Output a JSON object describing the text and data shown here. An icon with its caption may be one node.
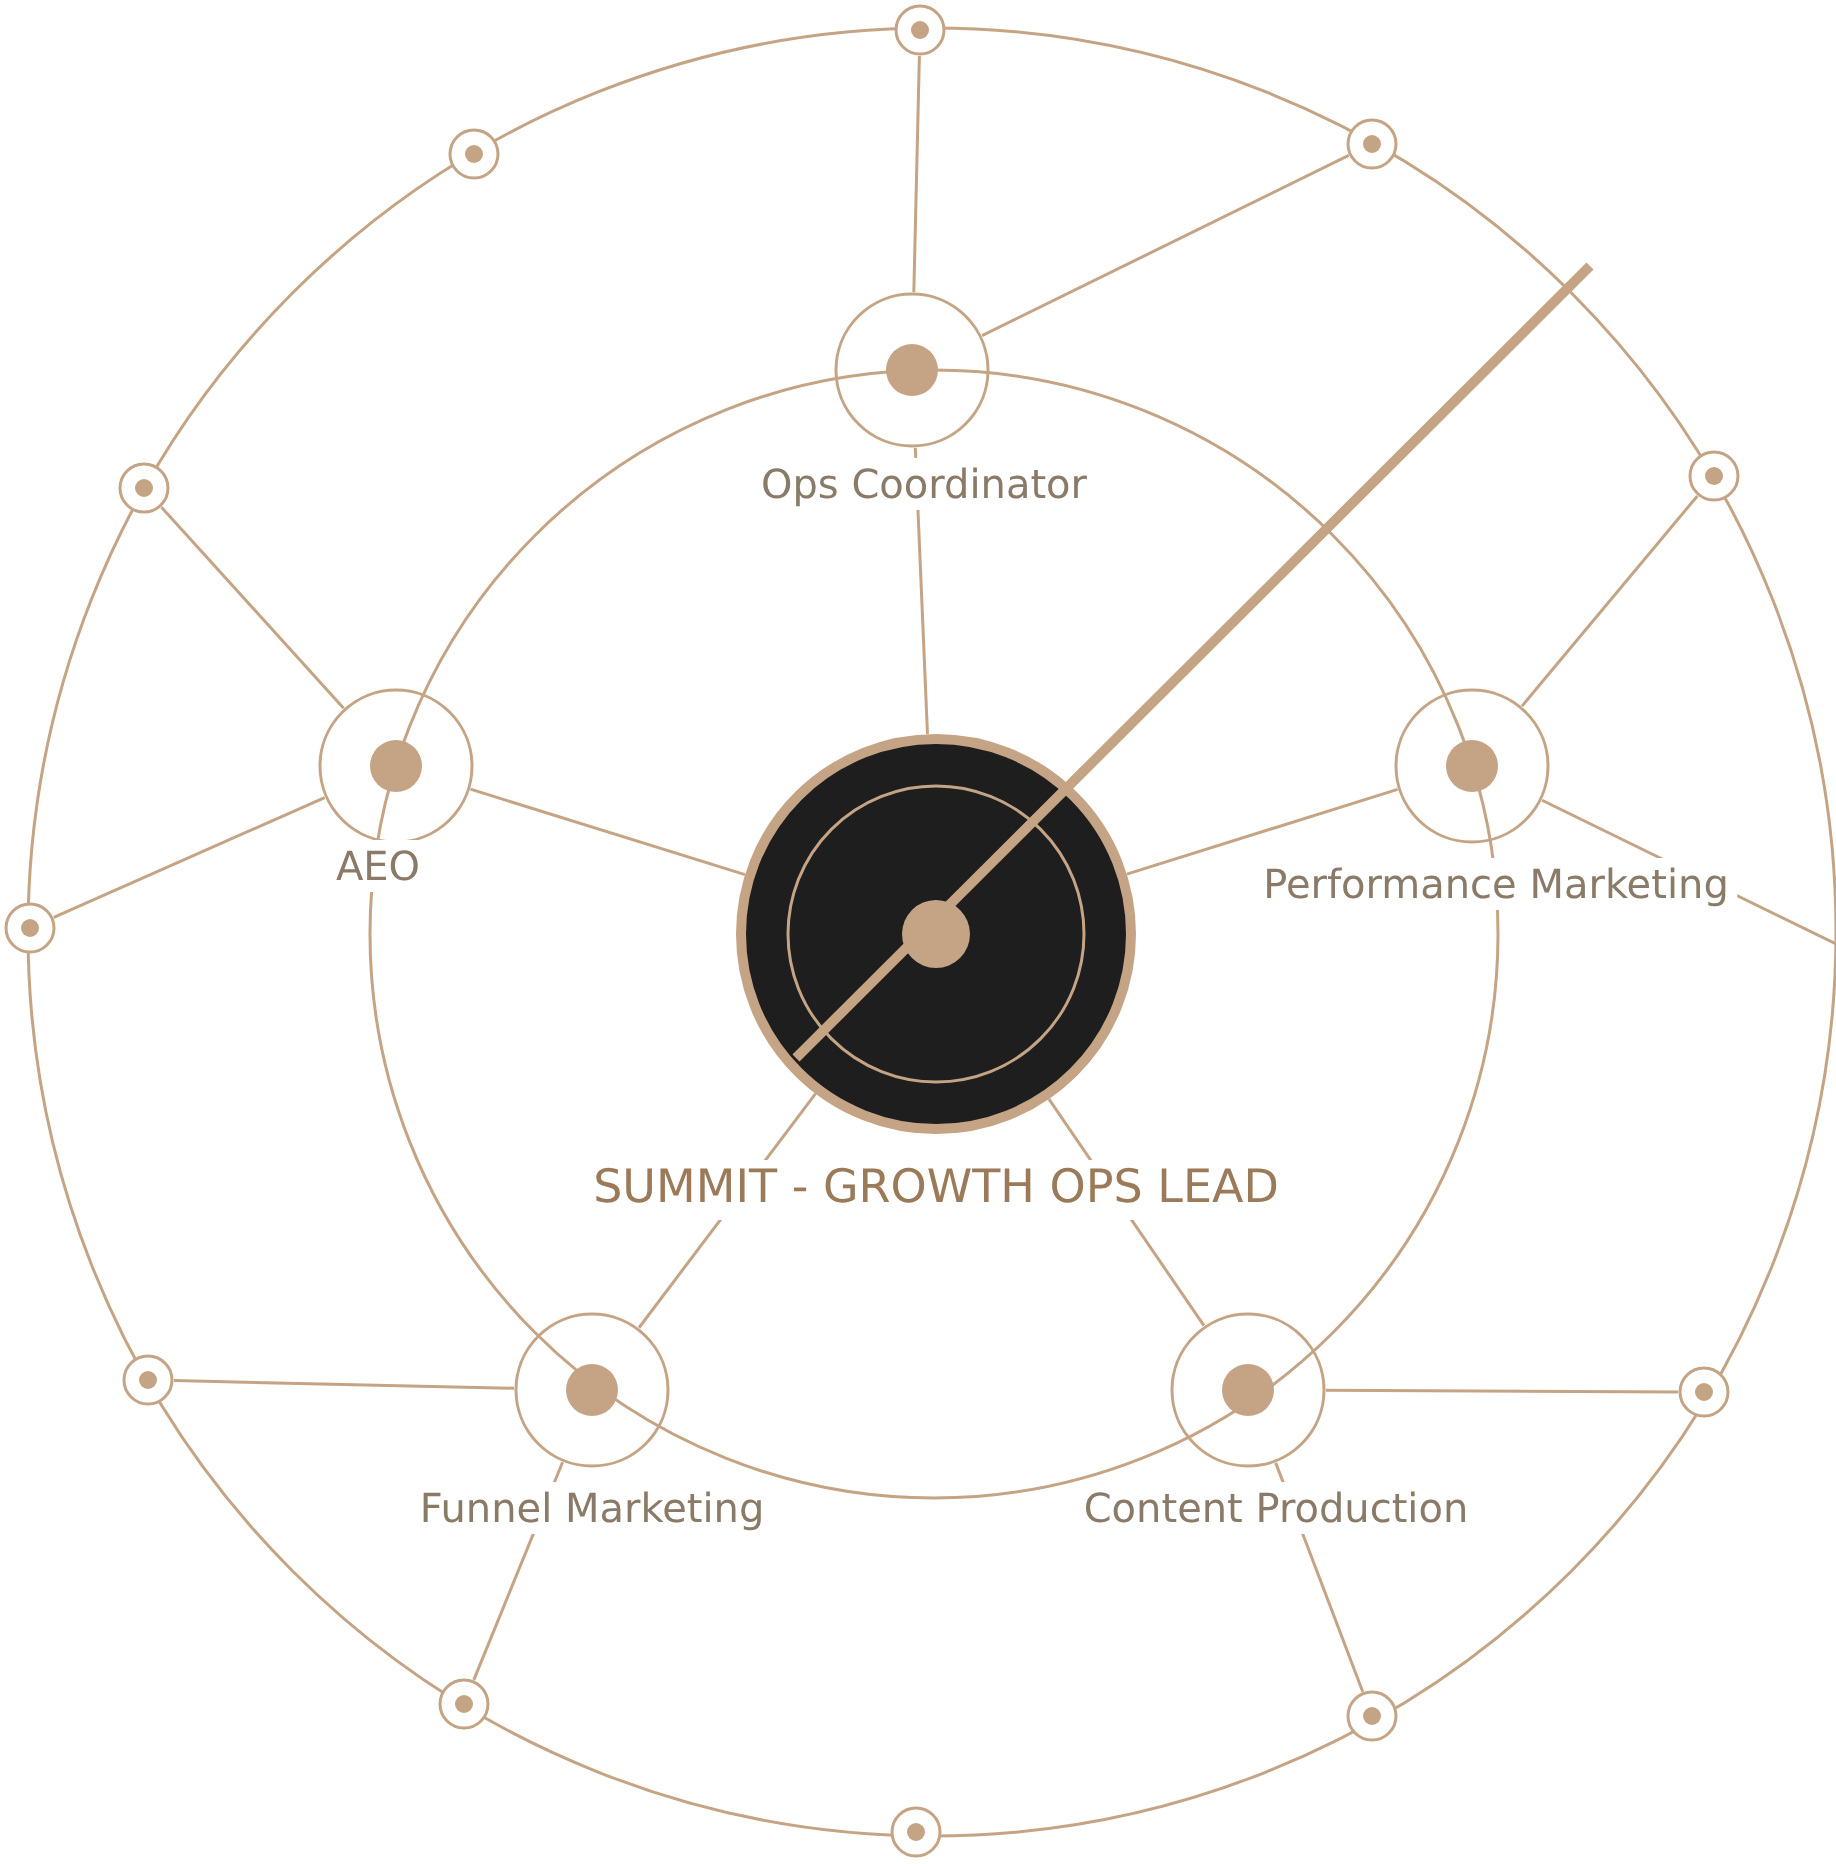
{
  "diagram": {
    "nodes": [
      {
        "text": [
          "SUMMIT - GROWTH OPS LEAD"
        ]
      },
      {
        "text": [
          "Ops Coordinator"
        ]
      },
      {
        "text": [
          "AEO"
        ]
      },
      {
        "text": [
          "Performance Marketing"
        ]
      },
      {
        "text": [
          "Funnel Marketing"
        ]
      },
      {
        "text": [
          "Content Production"
        ]
      },
      {
        "text": [],
        "shape": "circle"
      },
      {
        "text": [],
        "shape": "circle"
      },
      {
        "text": [],
        "shape": "circle"
      },
      {
        "text": [],
        "shape": "circle"
      },
      {
        "text": [],
        "shape": "circle"
      },
      {
        "text": [],
        "shape": "circle"
      },
      {
        "text": [],
        "shape": "circle"
      },
      {
        "text": [],
        "shape": "circle"
      },
      {
        "text": [],
        "shape": "circle"
      },
      {
        "text": [],
        "shape": "circle"
      },
      {
        "text": [],
        "shape": "circle"
      }
    ],
    "edges": [
      {
        "from": 0,
        "to": 1,
        "arrow": "none"
      },
      {
        "from": 0,
        "to": 2,
        "arrow": "none"
      },
      {
        "from": 0,
        "to": 3,
        "arrow": "none"
      },
      {
        "from": 0,
        "to": 4,
        "arrow": "none"
      },
      {
        "from": 0,
        "to": 5,
        "arrow": "none"
      },
      {
        "from": 1,
        "to": 6,
        "arrow": "none"
      },
      {
        "from": 1,
        "to": 7,
        "arrow": "none"
      },
      {
        "from": 2,
        "to": 10,
        "arrow": "none"
      },
      {
        "from": 2,
        "to": 11,
        "arrow": "none"
      },
      {
        "from": 3,
        "to": 9,
        "arrow": "none"
      },
      {
        "from": 3,
        "to": null,
        "arrow": "none"
      },
      {
        "from": 4,
        "to": 12,
        "arrow": "none"
      },
      {
        "from": 4,
        "to": 14,
        "arrow": "none"
      },
      {
        "from": 5,
        "to": 13,
        "arrow": "none"
      },
      {
        "from": 5,
        "to": 15,
        "arrow": "none"
      }
    ]
  }
}
